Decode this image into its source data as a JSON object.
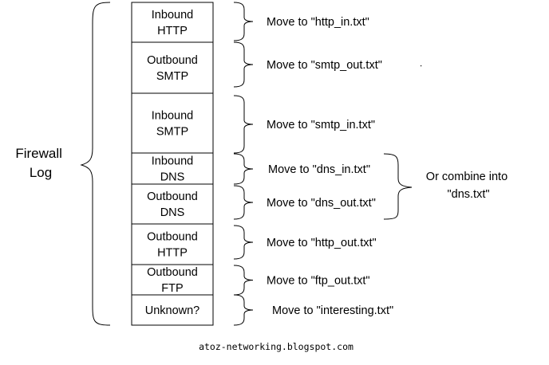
{
  "log_label": [
    "Firewall",
    "Log"
  ],
  "rows": [
    {
      "label": [
        "Inbound",
        "HTTP"
      ],
      "action": "Move to \"http_in.txt\""
    },
    {
      "label": [
        "Outbound",
        "SMTP"
      ],
      "action": "Move to \"smtp_out.txt\""
    },
    {
      "label": [
        "Inbound",
        "SMTP"
      ],
      "action": "Move to \"smtp_in.txt\""
    },
    {
      "label": [
        "Inbound",
        "DNS"
      ],
      "action": "Move to \"dns_in.txt\""
    },
    {
      "label": [
        "Outbound",
        "DNS"
      ],
      "action": "Move to \"dns_out.txt\""
    },
    {
      "label": [
        "Outbound",
        "HTTP"
      ],
      "action": "Move to \"http_out.txt\""
    },
    {
      "label": [
        "Outbound",
        "FTP"
      ],
      "action": "Move to \"ftp_out.txt\""
    },
    {
      "label": [
        "Unknown?"
      ],
      "action": "Move to \"interesting.txt\""
    }
  ],
  "combine_note": [
    "Or combine into",
    "\"dns.txt\""
  ],
  "credit": "atoz-networking.blogspot.com"
}
